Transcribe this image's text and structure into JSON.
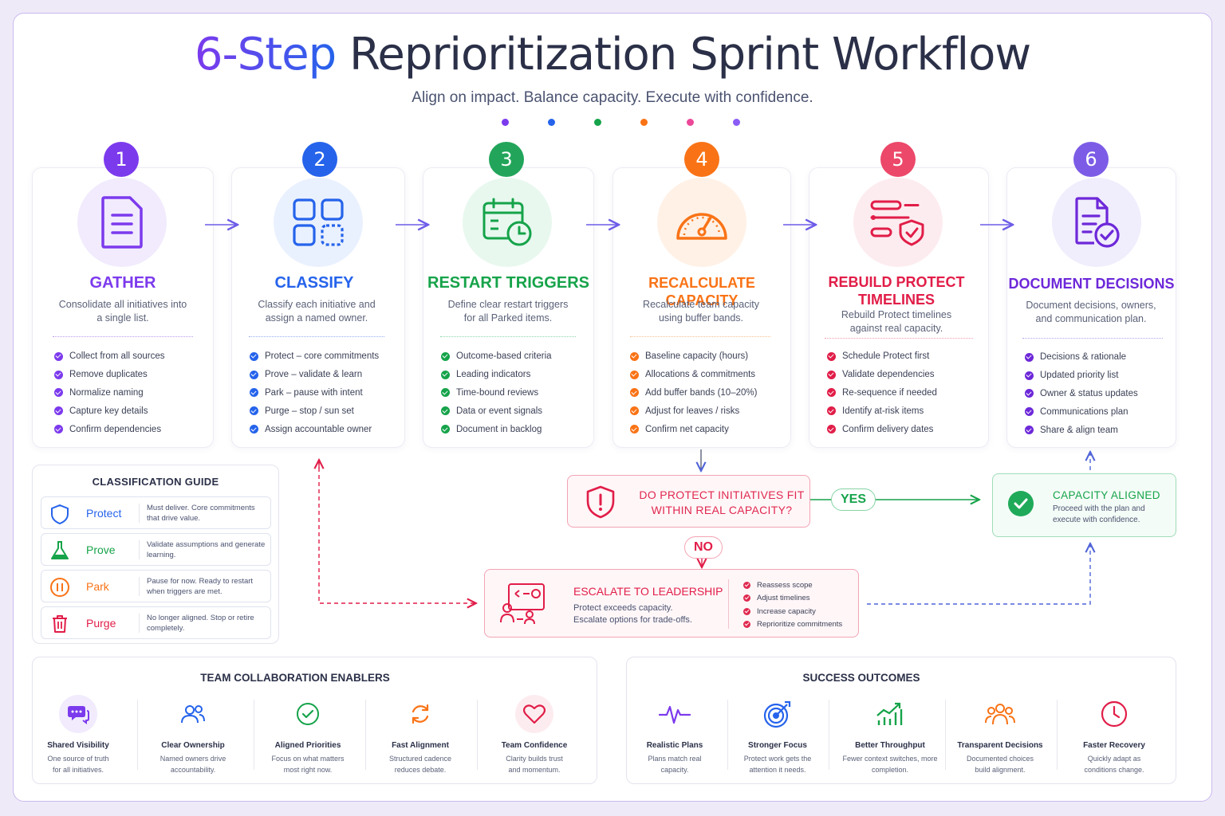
{
  "title": {
    "accent": "6-Step",
    "rest": "Reprioritization Sprint Workflow"
  },
  "subtitle": "Align on impact. Balance capacity. Execute with confidence.",
  "steps": [
    {
      "number": "1",
      "title": "GATHER",
      "desc": "Consolidate all initiatives into a single list.",
      "color": "#7c3aed",
      "items": [
        "Collect from all sources",
        "Remove duplicates",
        "Normalize naming",
        "Capture key details",
        "Confirm dependencies"
      ]
    },
    {
      "number": "2",
      "title": "CLASSIFY",
      "desc": "Classify each initiative and assign a named owner.",
      "color": "#2563eb",
      "items": [
        "Protect – core commitments",
        "Prove – validate & learn",
        "Park – pause with intent",
        "Purge – stop / sun set",
        "Assign accountable owner"
      ]
    },
    {
      "number": "3",
      "title": "RESTART TRIGGERS",
      "desc": "Define clear restart triggers for all Parked items.",
      "color": "#16a34a",
      "items": [
        "Outcome-based criteria",
        "Leading indicators",
        "Time-bound reviews",
        "Data or event signals",
        "Document in backlog"
      ]
    },
    {
      "number": "4",
      "title": "RECALCULATE CAPACITY",
      "desc": "Recalculate team capacity using buffer bands.",
      "color": "#f97316",
      "items": [
        "Baseline capacity (hours)",
        "Allocations & commitments",
        "Add buffer bands (10–20%)",
        "Adjust for leaves / risks",
        "Confirm net capacity"
      ]
    },
    {
      "number": "5",
      "title": "REBUILD PROTECT TIMELINES",
      "desc": "Rebuild Protect timelines against real capacity.",
      "color": "#e11d48",
      "items": [
        "Schedule Protect first",
        "Validate dependencies",
        "Re-sequence if needed",
        "Identify at-risk items",
        "Confirm delivery dates"
      ]
    },
    {
      "number": "6",
      "title": "DOCUMENT DECISIONS",
      "desc": "Document decisions, owners, and communication plan.",
      "color": "#6d28d9",
      "items": [
        "Decisions & rationale",
        "Updated priority list",
        "Owner & status updates",
        "Communications plan",
        "Share & align team"
      ]
    }
  ],
  "guide": {
    "title": "CLASSIFICATION GUIDE",
    "rows": [
      {
        "name": "Protect",
        "desc": "Must deliver. Core commitments that drive value.",
        "color": "#2563eb",
        "icon": "shield-icon"
      },
      {
        "name": "Prove",
        "desc": "Validate assumptions and generate learning.",
        "color": "#16a34a",
        "icon": "flask-icon"
      },
      {
        "name": "Park",
        "desc": "Pause for now. Ready to restart when triggers are met.",
        "color": "#f97316",
        "icon": "pause-icon"
      },
      {
        "name": "Purge",
        "desc": "No longer aligned. Stop or retire completely.",
        "color": "#e11d48",
        "icon": "trash-icon"
      }
    ]
  },
  "decision": {
    "question": "DO PROTECT INITIATIVES FIT WITHIN REAL CAPACITY?",
    "yes": "YES",
    "no": "NO"
  },
  "aligned": {
    "title": "CAPACITY ALIGNED",
    "desc": "Proceed with the plan and execute with confidence."
  },
  "escalate": {
    "title": "ESCALATE TO LEADERSHIP",
    "desc": "Protect exceeds capacity. Escalate options for trade-offs.",
    "items": [
      "Reassess scope",
      "Adjust timelines",
      "Increase capacity",
      "Reprioritize commitments"
    ]
  },
  "enablers": {
    "title": "TEAM COLLABORATION ENABLERS",
    "items": [
      {
        "title": "Shared Visibility",
        "desc": "One source of truth for all initiatives.",
        "color": "#7c3aed",
        "icon": "chat-icon"
      },
      {
        "title": "Clear Ownership",
        "desc": "Named owners drive accountability.",
        "color": "#2563eb",
        "icon": "users-icon"
      },
      {
        "title": "Aligned Priorities",
        "desc": "Focus on what matters most right now.",
        "color": "#16a34a",
        "icon": "check-circle-icon"
      },
      {
        "title": "Fast Alignment",
        "desc": "Structured cadence reduces debate.",
        "color": "#f97316",
        "icon": "refresh-icon"
      },
      {
        "title": "Team Confidence",
        "desc": "Clarity builds trust and momentum.",
        "color": "#e11d48",
        "icon": "heart-icon"
      }
    ]
  },
  "outcomes": {
    "title": "SUCCESS OUTCOMES",
    "items": [
      {
        "title": "Realistic Plans",
        "desc": "Plans match real capacity.",
        "color": "#7c3aed",
        "icon": "pulse-icon"
      },
      {
        "title": "Stronger Focus",
        "desc": "Protect work gets the attention it needs.",
        "color": "#2563eb",
        "icon": "target-icon"
      },
      {
        "title": "Better Throughput",
        "desc": "Fewer context switches, more completion.",
        "color": "#16a34a",
        "icon": "growth-chart-icon"
      },
      {
        "title": "Transparent Decisions",
        "desc": "Documented choices build alignment.",
        "color": "#f97316",
        "icon": "group-icon"
      },
      {
        "title": "Faster Recovery",
        "desc": "Quickly adapt as conditions change.",
        "color": "#e11d48",
        "icon": "clock-icon"
      }
    ]
  }
}
